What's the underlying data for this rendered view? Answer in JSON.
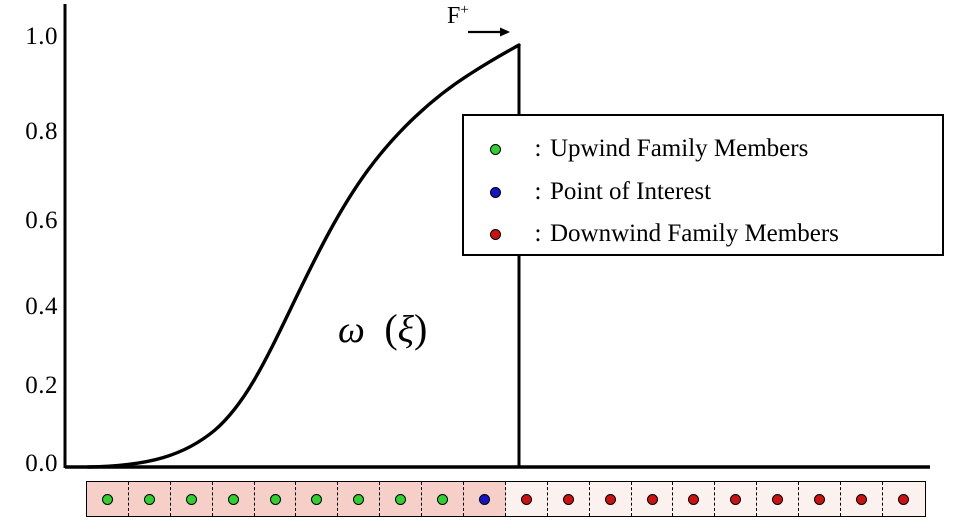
{
  "chart_data": {
    "type": "line",
    "title": "",
    "xlabel": "",
    "ylabel": "",
    "ylim": [
      0.0,
      1.05
    ],
    "xlim": [
      0.0,
      1.0
    ],
    "grid": false,
    "curve_label": "ω",
    "curve_arg": "ξ",
    "ytick_labels": [
      "1.0",
      "0.8",
      "0.6",
      "0.4",
      "0.2",
      "0.0"
    ],
    "ytick_values": [
      1.0,
      0.8,
      0.6,
      0.4,
      0.2,
      0.0
    ],
    "series": [
      {
        "name": "omega(xi)",
        "x": [
          0.0,
          0.03,
          0.06,
          0.09,
          0.12,
          0.15,
          0.18,
          0.21,
          0.24,
          0.27,
          0.3,
          0.33,
          0.36,
          0.39,
          0.42,
          0.45,
          0.48,
          0.51,
          0.54,
          0.57,
          0.6,
          0.63,
          0.66,
          0.69,
          0.72,
          0.75
        ],
        "y": [
          0.0,
          0.003,
          0.008,
          0.016,
          0.028,
          0.046,
          0.07,
          0.1,
          0.137,
          0.181,
          0.231,
          0.288,
          0.35,
          0.415,
          0.483,
          0.551,
          0.617,
          0.679,
          0.736,
          0.787,
          0.833,
          0.873,
          0.907,
          0.937,
          0.963,
          0.99
        ]
      }
    ],
    "vertical_marker": {
      "label": "F",
      "superscript": "+",
      "x": 0.75,
      "y_top": 0.99
    },
    "annotations": {
      "fplus": "F",
      "fplus_sup": "+"
    }
  },
  "legend": {
    "position": "upper-right-inside",
    "separator": ":",
    "entries": [
      {
        "label": "Upwind Family Members",
        "color": "#2fd02f",
        "marker": "circle"
      },
      {
        "label": "Point of Interest",
        "color": "#1515c8",
        "marker": "circle"
      },
      {
        "label": "Downwind Family Members",
        "color": "#cc1111",
        "marker": "circle"
      }
    ]
  },
  "cell_strip": {
    "description": "stencil cells beneath the axis",
    "upwind_fill": "#f6cfc8",
    "downwind_fill": "#fbf1ef",
    "poi_fill": "#f6cfc8",
    "cells": [
      {
        "kind": "upwind",
        "dot_color": "#2fd02f"
      },
      {
        "kind": "upwind",
        "dot_color": "#2fd02f"
      },
      {
        "kind": "upwind",
        "dot_color": "#2fd02f"
      },
      {
        "kind": "upwind",
        "dot_color": "#2fd02f"
      },
      {
        "kind": "upwind",
        "dot_color": "#2fd02f"
      },
      {
        "kind": "upwind",
        "dot_color": "#2fd02f"
      },
      {
        "kind": "upwind",
        "dot_color": "#2fd02f"
      },
      {
        "kind": "upwind",
        "dot_color": "#2fd02f"
      },
      {
        "kind": "upwind",
        "dot_color": "#2fd02f"
      },
      {
        "kind": "poi",
        "dot_color": "#1515c8"
      },
      {
        "kind": "downwind",
        "dot_color": "#cc1111"
      },
      {
        "kind": "downwind",
        "dot_color": "#cc1111"
      },
      {
        "kind": "downwind",
        "dot_color": "#cc1111"
      },
      {
        "kind": "downwind",
        "dot_color": "#cc1111"
      },
      {
        "kind": "downwind",
        "dot_color": "#cc1111"
      },
      {
        "kind": "downwind",
        "dot_color": "#cc1111"
      },
      {
        "kind": "downwind",
        "dot_color": "#cc1111"
      },
      {
        "kind": "downwind",
        "dot_color": "#cc1111"
      },
      {
        "kind": "downwind",
        "dot_color": "#cc1111"
      },
      {
        "kind": "downwind",
        "dot_color": "#cc1111"
      }
    ]
  }
}
